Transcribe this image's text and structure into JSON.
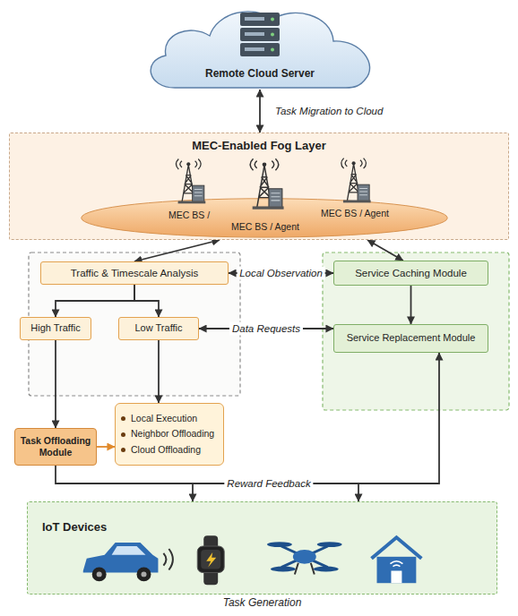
{
  "diagram": {
    "nodes": [
      {
        "text": [
          "Remote Cloud Server"
        ]
      },
      {
        "text": [
          "MEC-Enabled Fog Layer"
        ]
      },
      {
        "text": [
          "MEC BS /"
        ],
        "in": 1
      },
      {
        "text": [
          "MEC BS / Agent"
        ],
        "in": 1
      },
      {
        "text": [
          "MEC BS / Agent"
        ],
        "in": 1
      },
      {
        "text": [
          "Traffic & Timescale Analysis"
        ]
      },
      {
        "text": [
          "Service Caching Module"
        ]
      },
      {
        "text": [
          "High Traffic"
        ]
      },
      {
        "text": [
          "Low Traffic"
        ]
      },
      {
        "text": [
          "Service Replacement Module"
        ]
      },
      {
        "text": [
          "Task Offloading Module"
        ]
      },
      {
        "text": [
          "Local Execution",
          "Neighbor Offloading",
          "Cloud Offloading"
        ]
      },
      {
        "text": [
          "IoT Devices",
          "Task Generation"
        ]
      }
    ],
    "edges": [
      {
        "from": 0,
        "to": 1,
        "arrow": "both",
        "label": "Task Migration to Cloud"
      },
      {
        "from": 1,
        "to": 5,
        "arrow": "both"
      },
      {
        "from": 1,
        "to": 6,
        "arrow": "both"
      },
      {
        "from": 5,
        "to": 6,
        "arrow": "both",
        "label": "Local Observation"
      },
      {
        "from": 5,
        "to": 7,
        "arrow": "to"
      },
      {
        "from": 5,
        "to": 8,
        "arrow": "to"
      },
      {
        "from": 8,
        "to": 9,
        "arrow": "both",
        "label": "Data Requests"
      },
      {
        "from": 6,
        "to": 9,
        "arrow": "to"
      },
      {
        "from": 7,
        "to": 10,
        "arrow": "to"
      },
      {
        "from": 8,
        "to": 11,
        "arrow": "to"
      },
      {
        "from": 10,
        "to": 11,
        "arrow": "to"
      },
      {
        "from": 10,
        "to": 12,
        "arrow": "to",
        "label": "Reward Feedback"
      },
      {
        "from": 9,
        "to": 12,
        "arrow": "both"
      }
    ]
  }
}
